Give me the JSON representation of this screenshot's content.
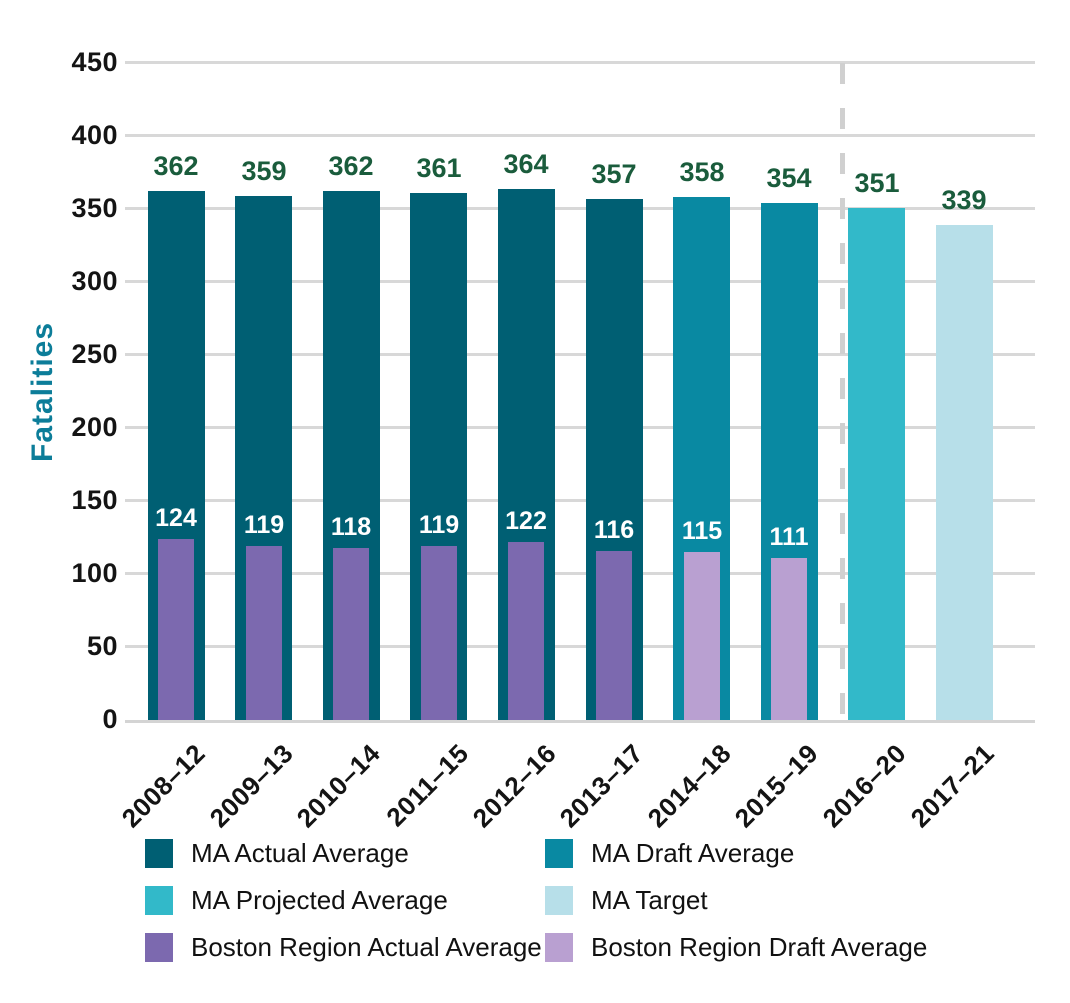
{
  "colors": {
    "ma_actual": "#005F73",
    "ma_draft": "#0989A2",
    "ma_projected": "#32B9C9",
    "ma_target": "#B7DFE9",
    "boston_actual": "#7C69AF",
    "boston_draft": "#B9A0D1",
    "value_label_green": "#1A5C3C",
    "value_label_white": "#FFFFFF",
    "ylabel_teal": "#0C7D99",
    "axis_text": "#141414",
    "gridline": "#D8D8D8",
    "divider": "#D0D0D0"
  },
  "chart_data": {
    "type": "bar",
    "title": "",
    "xlabel": "",
    "ylabel": "Fatalities",
    "ylim": [
      0,
      450
    ],
    "yticks": [
      0,
      50,
      100,
      150,
      200,
      250,
      300,
      350,
      400,
      450
    ],
    "grid": "horizontal",
    "legend_position": "bottom",
    "categories": [
      "2008–12",
      "2009–13",
      "2010–14",
      "2011–15",
      "2012–16",
      "2013–17",
      "2014–18",
      "2015–19",
      "2016–20",
      "2017–21"
    ],
    "series": [
      {
        "name": "MA",
        "values": [
          362,
          359,
          362,
          361,
          364,
          357,
          358,
          354,
          351,
          339
        ],
        "segment_styles": [
          "ma_actual",
          "ma_actual",
          "ma_actual",
          "ma_actual",
          "ma_actual",
          "ma_actual",
          "ma_draft",
          "ma_draft",
          "ma_projected",
          "ma_target"
        ],
        "label_color": "value_label_green",
        "bar_type": "outer"
      },
      {
        "name": "Boston Region",
        "values": [
          124,
          119,
          118,
          119,
          122,
          116,
          115,
          111,
          null,
          null
        ],
        "segment_styles": [
          "boston_actual",
          "boston_actual",
          "boston_actual",
          "boston_actual",
          "boston_actual",
          "boston_actual",
          "boston_draft",
          "boston_draft",
          null,
          null
        ],
        "label_color": "value_label_white",
        "bar_type": "inner"
      }
    ],
    "divider_between_categories": [
      "2015–19",
      "2016–20"
    ],
    "legend": [
      {
        "label": "MA Actual Average",
        "color": "ma_actual"
      },
      {
        "label": "MA Draft Average",
        "color": "ma_draft"
      },
      {
        "label": "MA Projected Average",
        "color": "ma_projected"
      },
      {
        "label": "MA Target",
        "color": "ma_target"
      },
      {
        "label": "Boston Region Actual Average",
        "color": "boston_actual"
      },
      {
        "label": "Boston Region Draft Average",
        "color": "boston_draft"
      }
    ]
  }
}
